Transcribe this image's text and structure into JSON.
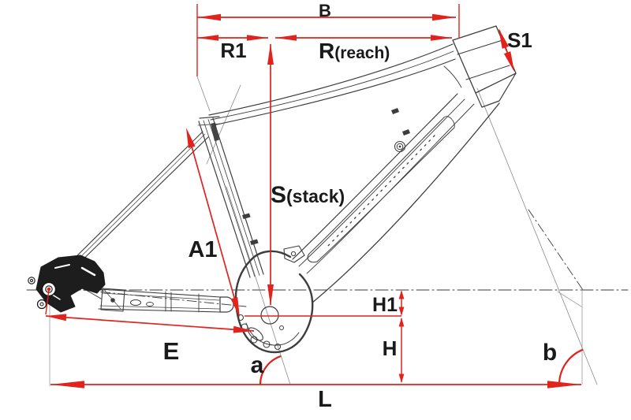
{
  "diagram": {
    "type": "bike-frame-geometry-diagram",
    "colors": {
      "dimension": "#e0231c",
      "frame": "#3d3d3d",
      "label": "#1a1a1a",
      "background": "#ffffff"
    },
    "labels": {
      "b_span": "B",
      "r1": "R1",
      "reach_main": "R",
      "reach_sub": "(reach)",
      "s1": "S1",
      "stack_main": "S",
      "stack_sub": "(stack)",
      "a1": "A1",
      "e": "E",
      "h1": "H1",
      "h": "H",
      "l": "L",
      "angle_a": "a",
      "angle_b": "b"
    }
  }
}
